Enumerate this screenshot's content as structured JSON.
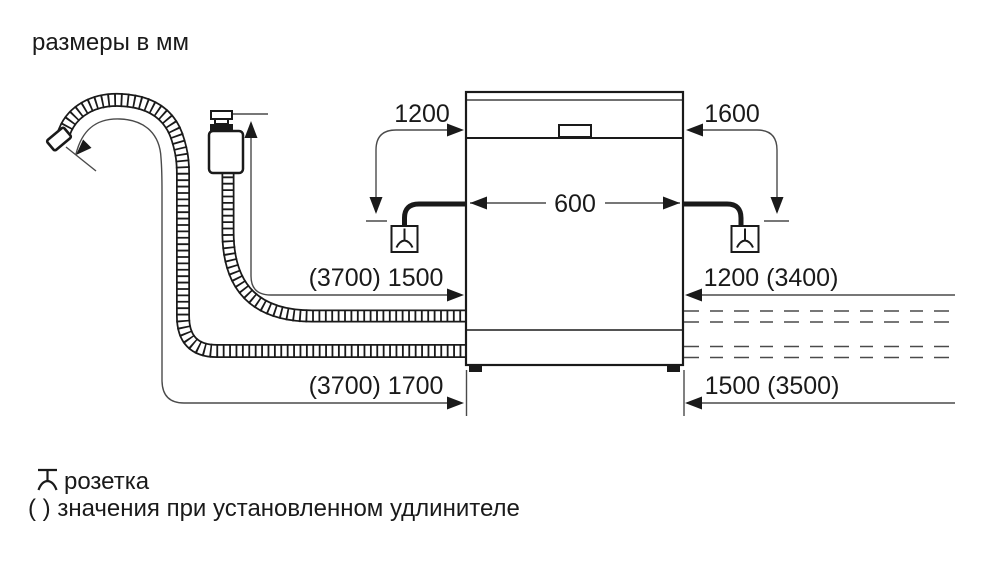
{
  "title": "размеры в мм",
  "dims": {
    "cable_left": "1200",
    "cable_right": "1600",
    "appliance_width": "600",
    "supply_hose_left": "(3700) 1500",
    "drain_hose_left": "(3700) 1700",
    "right_top": "1200 (3400)",
    "right_bottom": "1500 (3500)"
  },
  "legend": {
    "socket_label": "розетка",
    "paren_note": "( ) значения при установленном удлинителе"
  },
  "colors": {
    "line": "#1a1a1a",
    "thin_line": "#4a4a4a",
    "background": "#ffffff"
  }
}
